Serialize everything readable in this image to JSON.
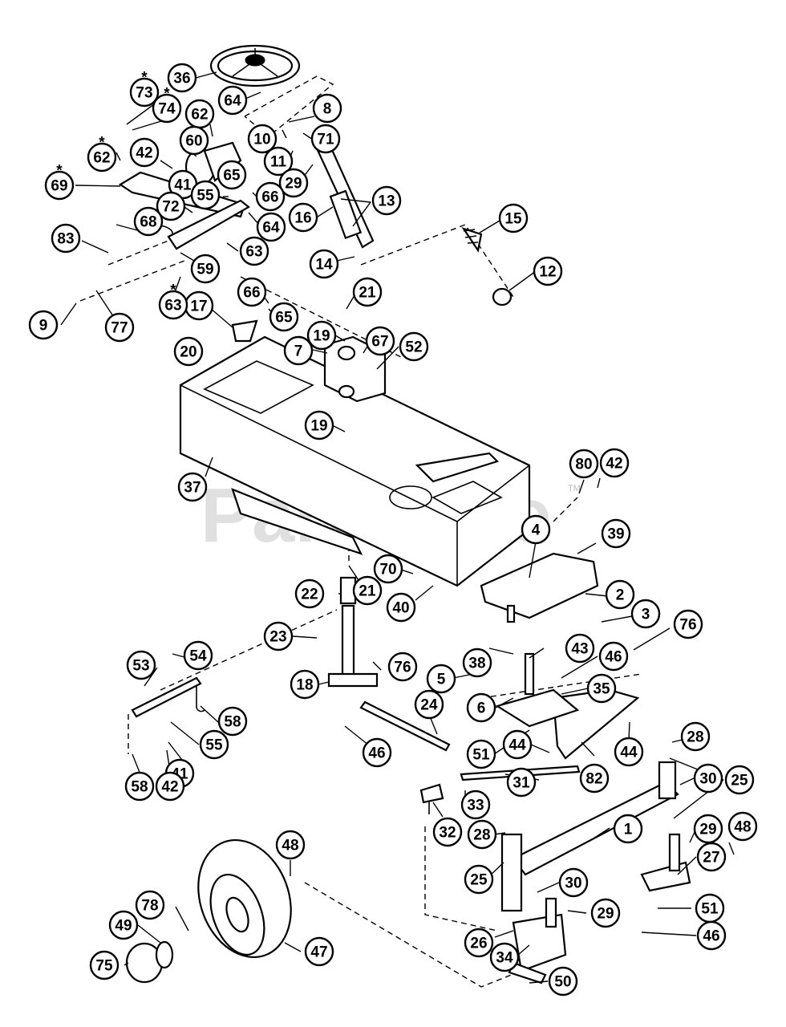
{
  "watermark": {
    "text": "PartsTree",
    "tm": "TM"
  },
  "asterisk": "*",
  "callouts": [
    {
      "n": "36"
    },
    {
      "n": "73",
      "star": true
    },
    {
      "n": "74",
      "star": true
    },
    {
      "n": "62"
    },
    {
      "n": "64"
    },
    {
      "n": "8"
    },
    {
      "n": "60"
    },
    {
      "n": "10"
    },
    {
      "n": "71"
    },
    {
      "n": "62",
      "star": true
    },
    {
      "n": "42"
    },
    {
      "n": "11"
    },
    {
      "n": "69",
      "star": true
    },
    {
      "n": "65"
    },
    {
      "n": "29"
    },
    {
      "n": "41"
    },
    {
      "n": "55"
    },
    {
      "n": "66"
    },
    {
      "n": "13"
    },
    {
      "n": "72"
    },
    {
      "n": "64"
    },
    {
      "n": "16"
    },
    {
      "n": "15"
    },
    {
      "n": "68"
    },
    {
      "n": "83"
    },
    {
      "n": "63"
    },
    {
      "n": "59"
    },
    {
      "n": "14"
    },
    {
      "n": "12"
    },
    {
      "n": "21"
    },
    {
      "n": "66"
    },
    {
      "n": "17"
    },
    {
      "n": "65"
    },
    {
      "n": "63",
      "star": true
    },
    {
      "n": "9"
    },
    {
      "n": "77"
    },
    {
      "n": "19"
    },
    {
      "n": "67"
    },
    {
      "n": "52"
    },
    {
      "n": "7"
    },
    {
      "n": "20"
    },
    {
      "n": "19"
    },
    {
      "n": "80"
    },
    {
      "n": "42"
    },
    {
      "n": "37"
    },
    {
      "n": "4"
    },
    {
      "n": "39"
    },
    {
      "n": "70"
    },
    {
      "n": "22"
    },
    {
      "n": "21"
    },
    {
      "n": "40"
    },
    {
      "n": "2"
    },
    {
      "n": "3"
    },
    {
      "n": "76"
    },
    {
      "n": "23"
    },
    {
      "n": "38"
    },
    {
      "n": "43"
    },
    {
      "n": "54"
    },
    {
      "n": "53"
    },
    {
      "n": "76"
    },
    {
      "n": "46"
    },
    {
      "n": "5"
    },
    {
      "n": "18"
    },
    {
      "n": "35"
    },
    {
      "n": "6"
    },
    {
      "n": "58"
    },
    {
      "n": "24"
    },
    {
      "n": "55"
    },
    {
      "n": "51"
    },
    {
      "n": "44"
    },
    {
      "n": "44"
    },
    {
      "n": "46"
    },
    {
      "n": "82"
    },
    {
      "n": "28"
    },
    {
      "n": "41"
    },
    {
      "n": "58"
    },
    {
      "n": "42"
    },
    {
      "n": "30"
    },
    {
      "n": "25"
    },
    {
      "n": "31"
    },
    {
      "n": "33"
    },
    {
      "n": "32"
    },
    {
      "n": "28"
    },
    {
      "n": "1"
    },
    {
      "n": "29"
    },
    {
      "n": "48"
    },
    {
      "n": "48"
    },
    {
      "n": "27"
    },
    {
      "n": "25"
    },
    {
      "n": "30"
    },
    {
      "n": "51"
    },
    {
      "n": "78"
    },
    {
      "n": "29"
    },
    {
      "n": "49"
    },
    {
      "n": "26"
    },
    {
      "n": "46"
    },
    {
      "n": "47"
    },
    {
      "n": "34"
    },
    {
      "n": "75"
    },
    {
      "n": "50"
    }
  ]
}
